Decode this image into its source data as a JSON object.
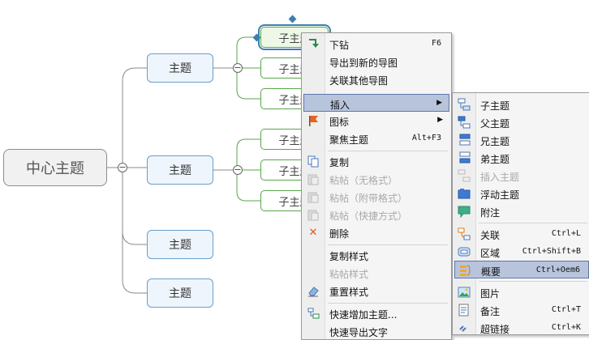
{
  "mindmap": {
    "central": "中心主题",
    "main_topics": [
      "主题",
      "主题",
      "主题",
      "主题"
    ],
    "subtopics_group1": [
      "子主题",
      "子主题",
      "子主题"
    ],
    "subtopics_group2": [
      "子主题",
      "子主题",
      "子主题"
    ],
    "collapse_symbol": "−"
  },
  "context_menu": {
    "items": [
      {
        "label": "下钻",
        "shortcut": "F6",
        "icon": "drill-down-icon"
      },
      {
        "label": "导出到新的导图",
        "icon": ""
      },
      {
        "label": "关联其他导图",
        "icon": ""
      },
      {
        "label": "插入",
        "submenu": true,
        "icon": ""
      },
      {
        "label": "图标",
        "submenu": true,
        "icon": "flag-icon"
      },
      {
        "label": "聚焦主题",
        "shortcut": "Alt+F3",
        "icon": ""
      },
      {
        "label": "复制",
        "icon": "copy-icon"
      },
      {
        "label": "粘帖（无格式）",
        "disabled": true,
        "icon": "paste-icon"
      },
      {
        "label": "粘帖（附带格式）",
        "disabled": true,
        "icon": "paste-icon"
      },
      {
        "label": "粘帖（快捷方式）",
        "disabled": true,
        "icon": "paste-icon"
      },
      {
        "label": "删除",
        "icon": "delete-icon"
      },
      {
        "label": "复制样式",
        "icon": ""
      },
      {
        "label": "粘帖样式",
        "disabled": true,
        "icon": ""
      },
      {
        "label": "重置样式",
        "icon": "eraser-icon"
      },
      {
        "label": "快速增加主题...",
        "icon": "quick-add-icon"
      },
      {
        "label": "快速导出文字",
        "icon": ""
      }
    ]
  },
  "insert_submenu": {
    "items": [
      {
        "label": "子主题",
        "icon": "subtopic-icon"
      },
      {
        "label": "父主题",
        "icon": "parent-topic-icon"
      },
      {
        "label": "兄主题",
        "icon": "sibling-before-icon"
      },
      {
        "label": "弟主题",
        "icon": "sibling-after-icon"
      },
      {
        "label": "插入主题",
        "disabled": true,
        "icon": "insert-topic-icon"
      },
      {
        "label": "浮动主题",
        "icon": "floating-topic-icon"
      },
      {
        "label": "附注",
        "icon": "callout-icon"
      },
      {
        "label": "关联",
        "shortcut": "Ctrl+L",
        "icon": "relationship-icon"
      },
      {
        "label": "区域",
        "shortcut": "Ctrl+Shift+B",
        "icon": "boundary-icon"
      },
      {
        "label": "概要",
        "shortcut": "Ctrl+Oem6",
        "icon": "summary-icon"
      },
      {
        "label": "图片",
        "icon": "picture-icon"
      },
      {
        "label": "备注",
        "shortcut": "Ctrl+T",
        "icon": "note-icon"
      },
      {
        "label": "超链接",
        "shortcut": "Ctrl+K",
        "icon": "hyperlink-icon"
      }
    ]
  },
  "colors": {
    "main_border": "#6a9ec7",
    "sub_border": "#58a64a",
    "selection": "#3c7fb1",
    "menu_highlight": "#b8c4dc"
  }
}
